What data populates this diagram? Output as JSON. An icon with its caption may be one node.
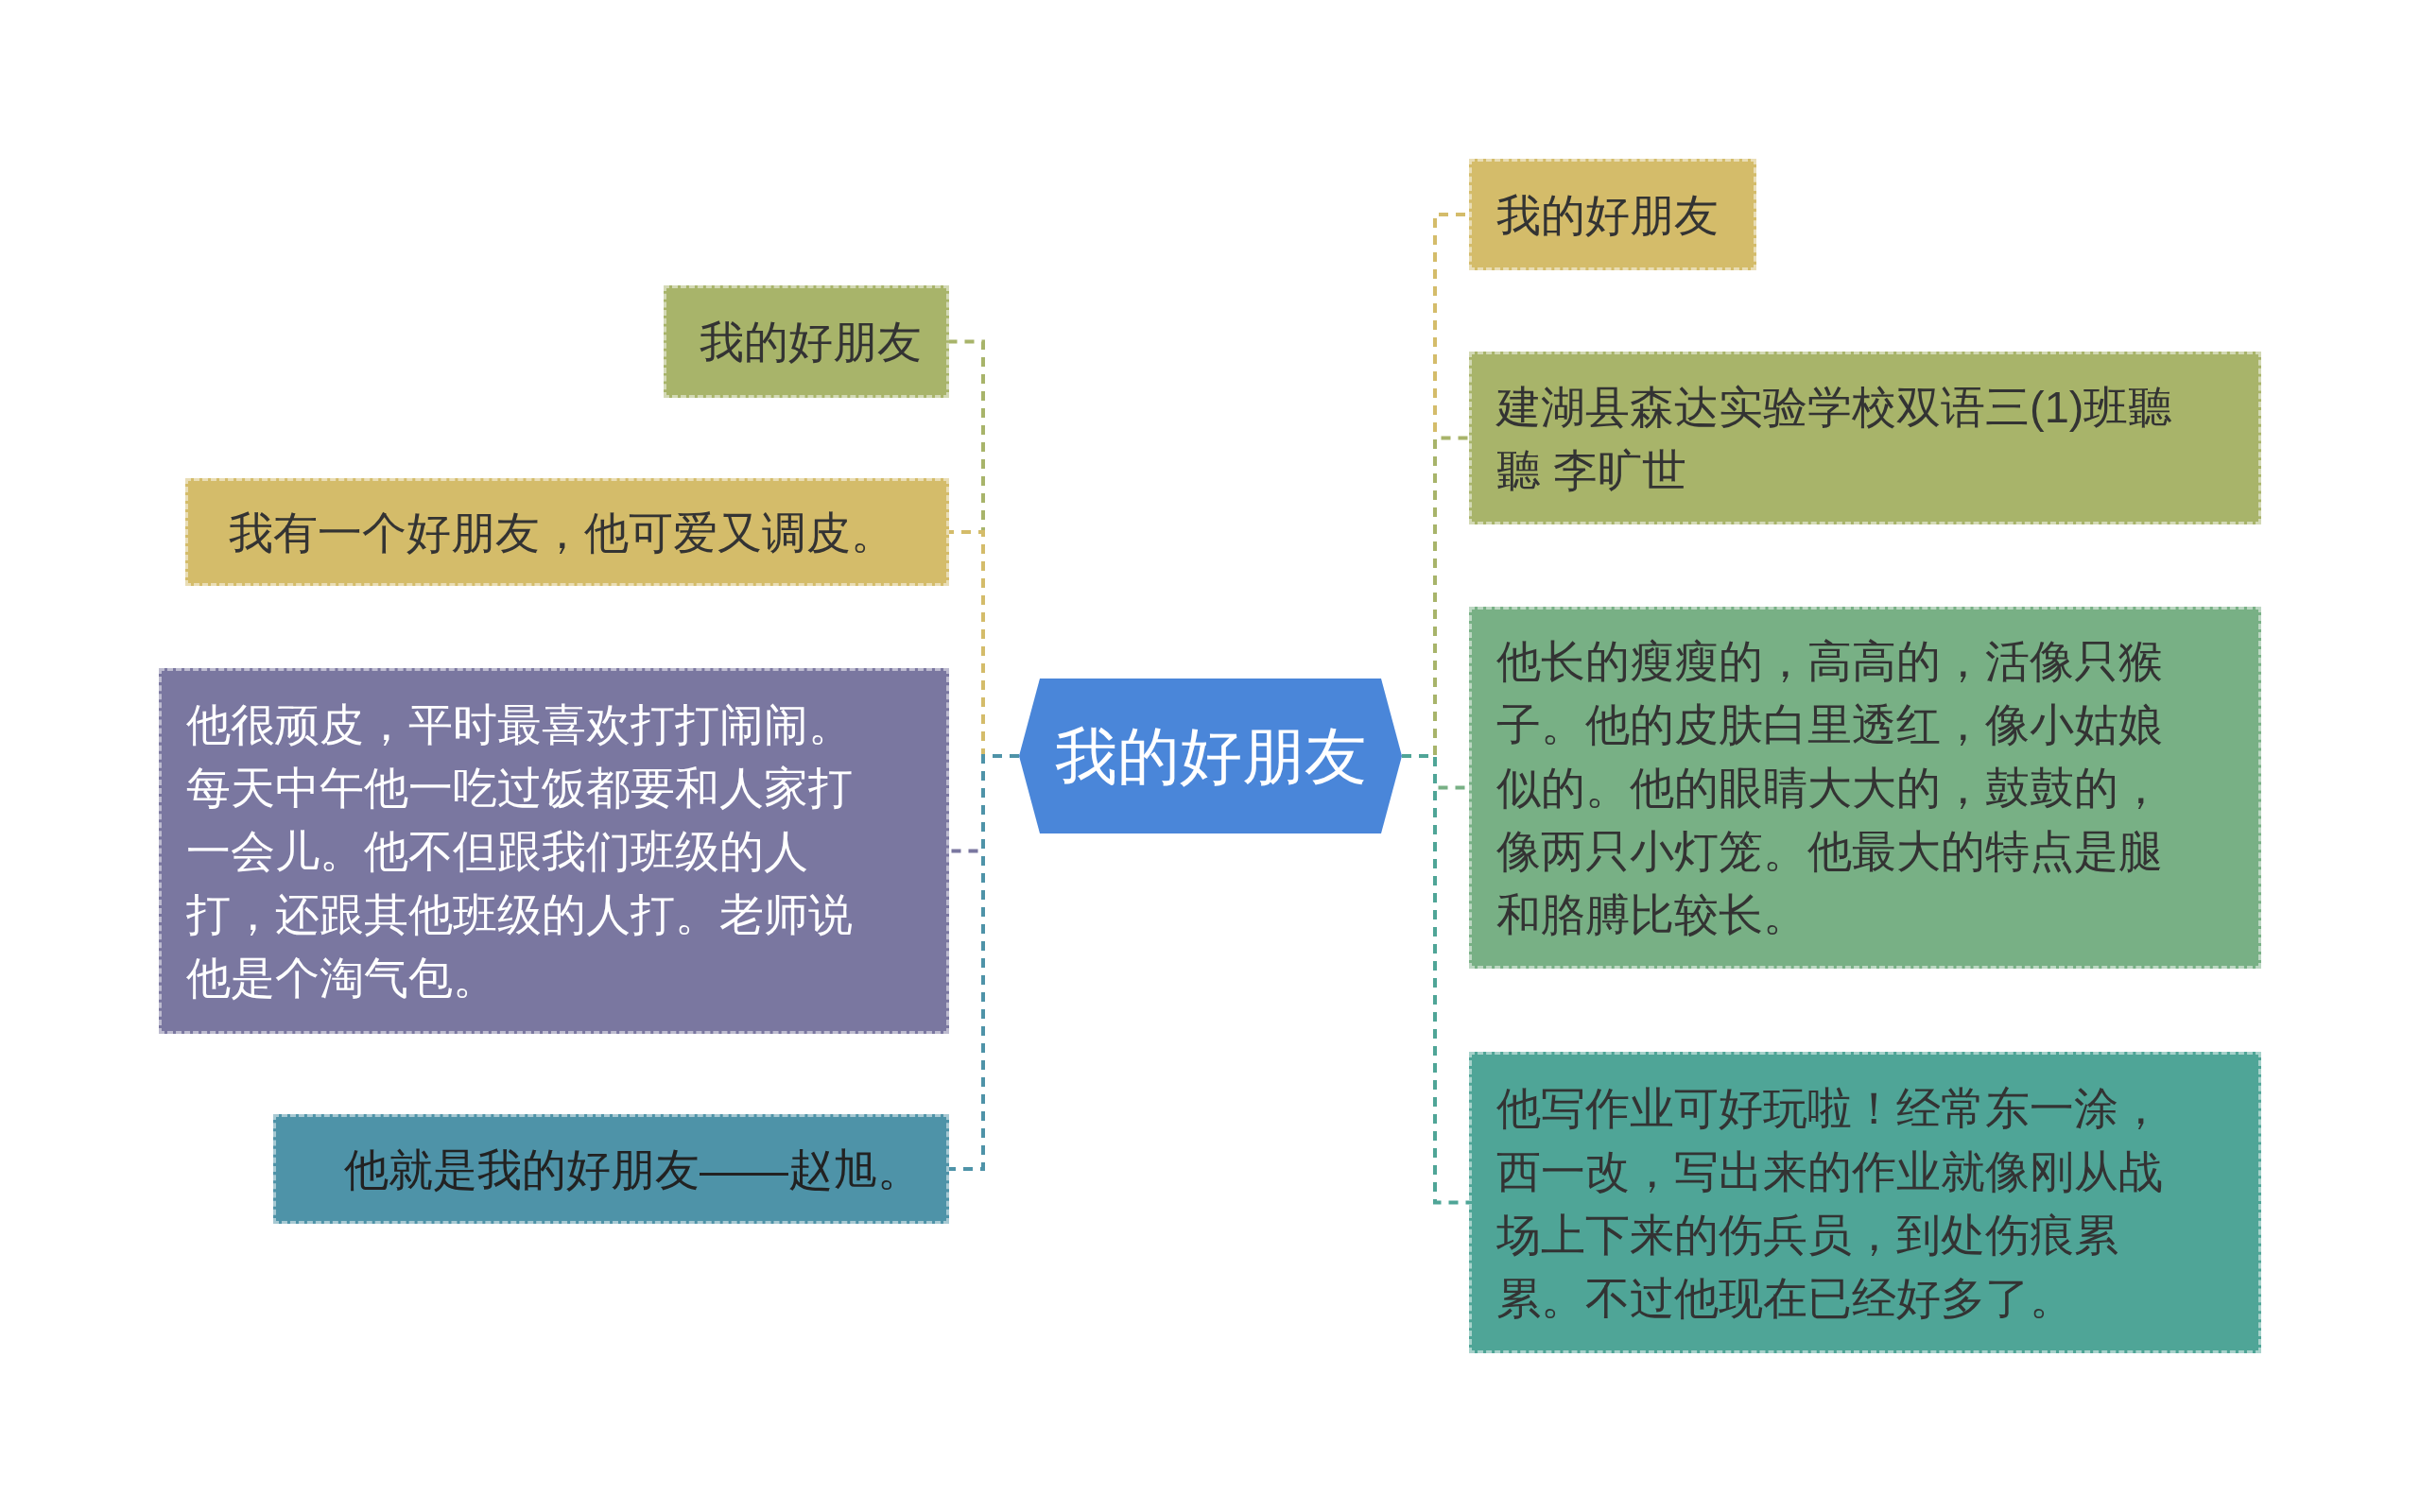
{
  "diagram": {
    "nodes": [
      {
        "text": [
          "我的好朋友"
        ]
      },
      {
        "text": [
          "我的好朋友"
        ]
      },
      {
        "text": [
          "我有一个好朋友，他可爱又调皮。"
        ]
      },
      {
        "text": [
          "他很顽皮，平时最喜欢打打闹闹。每天中午他一吃过饭都要和人家打一会儿。他不但跟我们班级的人打，还跟其他班级的人打。老师说他是个淘气包。"
        ]
      },
      {
        "text": [
          "他就是我的好朋友——赵旭。"
        ]
      },
      {
        "text": [
          "我的好朋友"
        ]
      },
      {
        "text": [
          "建湖县森达实验学校双语三(1)班聽聽 李旷世"
        ]
      },
      {
        "text": [
          "他长的瘦瘦的，高高的，活像只猴子。他的皮肤白里透红，像小姑娘似的。他的眼睛大大的，鼓鼓的，像两只小灯笼。他最大的特点是腿和胳膊比较长。"
        ]
      },
      {
        "text": [
          "他写作业可好玩啦！经常东一涂，西一改，写出来的作业就像刚从战场上下来的伤兵员，到处伤痕累累。不过他现在已经好多了。"
        ]
      }
    ],
    "edges": [
      {
        "from": 0,
        "to": 1,
        "arrow": "none",
        "style": "dashed",
        "color": "#a8b46a"
      },
      {
        "from": 0,
        "to": 2,
        "arrow": "none",
        "style": "dashed",
        "color": "#d4bc6a"
      },
      {
        "from": 0,
        "to": 3,
        "arrow": "none",
        "style": "dashed",
        "color": "#7a77a0"
      },
      {
        "from": 0,
        "to": 4,
        "arrow": "none",
        "style": "dashed",
        "color": "#4e93a8"
      },
      {
        "from": 0,
        "to": 5,
        "arrow": "none",
        "style": "dashed",
        "color": "#d4bc6a"
      },
      {
        "from": 0,
        "to": 6,
        "arrow": "none",
        "style": "dashed",
        "color": "#a8b46a"
      },
      {
        "from": 0,
        "to": 7,
        "arrow": "none",
        "style": "dashed",
        "color": "#78b085"
      },
      {
        "from": 0,
        "to": 8,
        "arrow": "none",
        "style": "dashed",
        "color": "#4fa597"
      }
    ]
  }
}
